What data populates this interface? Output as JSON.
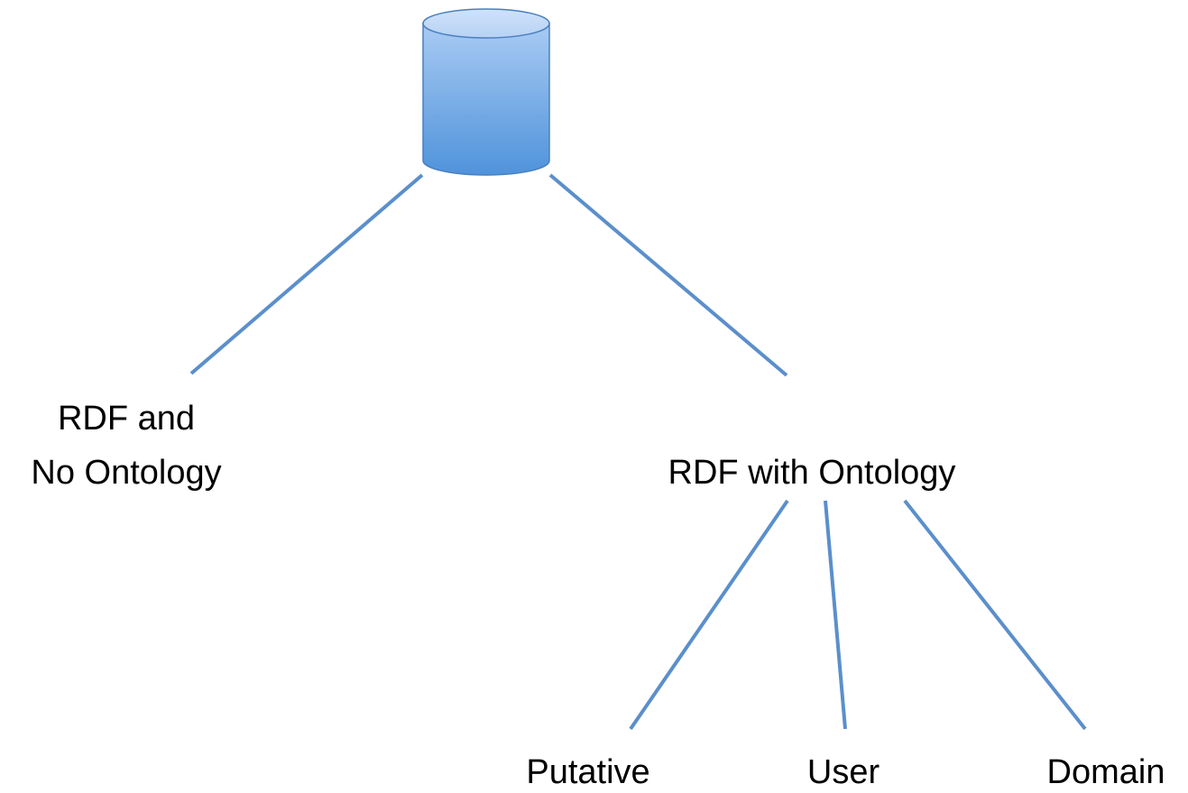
{
  "diagram": {
    "root": {
      "icon": "database-cylinder-icon",
      "colors": {
        "top": "#c9def7",
        "body_light": "#a6c8f1",
        "body_dark": "#4f93db",
        "outline": "#4a7fc0"
      }
    },
    "edge_color": "#5b8fcb",
    "nodes": {
      "rdf_no_ontology": {
        "line1": "RDF and",
        "line2": "No Ontology"
      },
      "rdf_with_ontology": {
        "label": "RDF with Ontology"
      },
      "putative": {
        "label": "Putative"
      },
      "user": {
        "label": "User"
      },
      "domain": {
        "label": "Domain"
      }
    }
  }
}
